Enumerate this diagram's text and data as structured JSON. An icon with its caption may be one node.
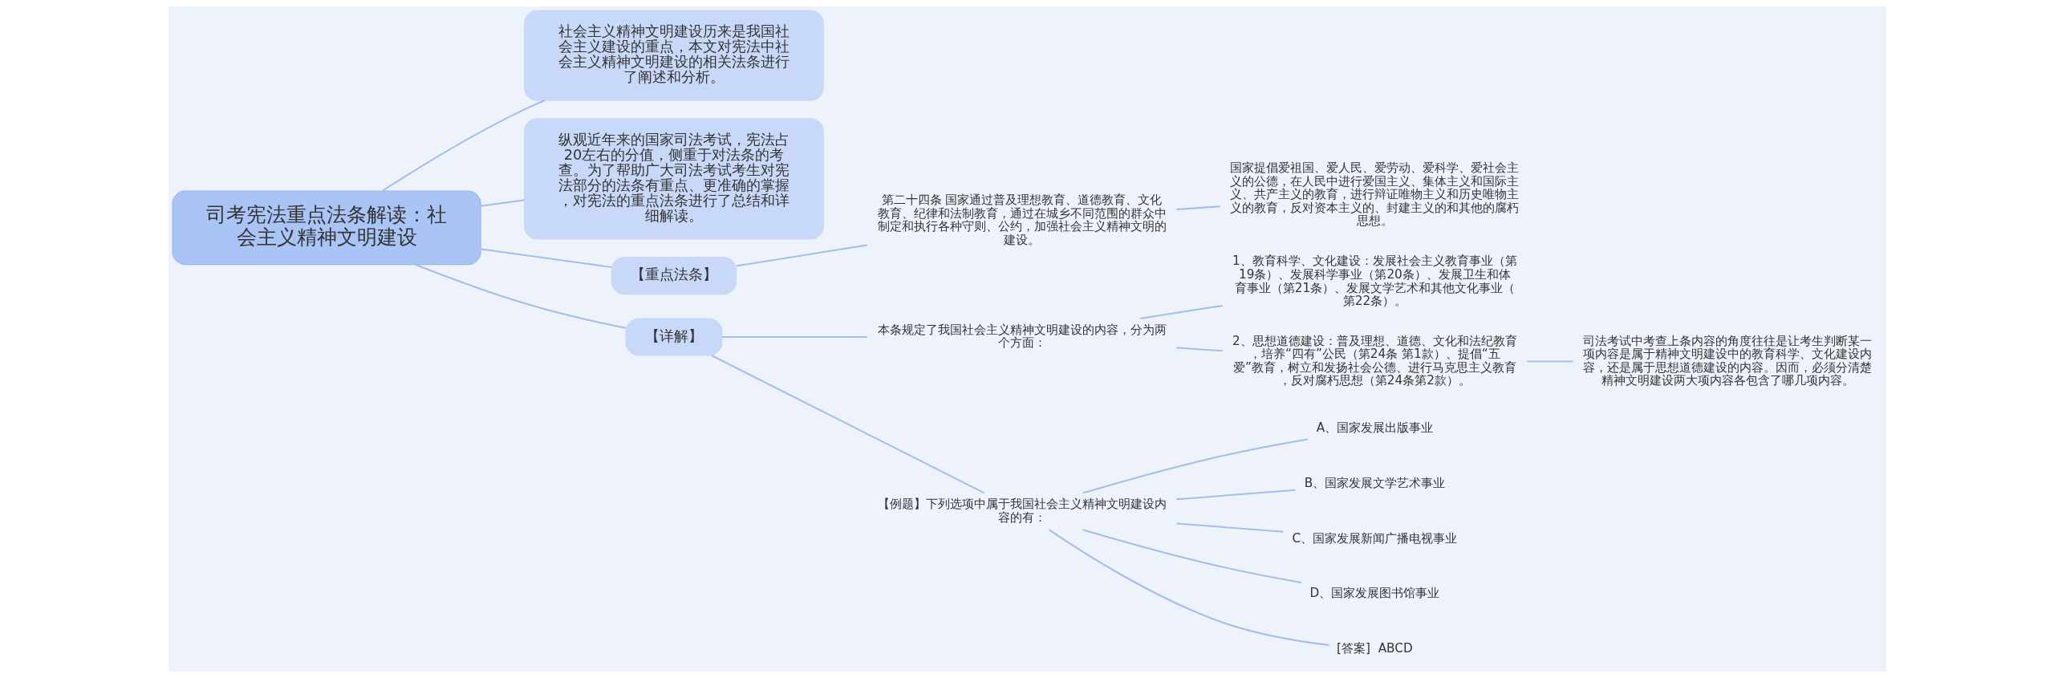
{
  "diagram": {
    "nodes": [
      {
        "text": [
          "司考宪法重点法条解读：社会主义精神文明建设"
        ]
      },
      {
        "text": [
          "社会主义精神文明建设历来是我国社会主义建设的重点，本文对宪法中社会主义精神文明建设的相关法条进行了阐述和分析。"
        ]
      },
      {
        "text": [
          "纵观近年来的国家司法考试，宪法占20左右的分值，侧重于对法条的考查。为了帮助广大司法考试考生对宪法部分的法条有重点、更准确的掌握，对宪法的重点法条进行了总结和详细解读。"
        ]
      },
      {
        "text": [
          "【重点法条】"
        ]
      },
      {
        "text": [
          "第二十四条 国家通过普及理想教育、道德教育、文化教育、纪律和法制教育，通过在城乡不同范围的群众中制定和执行各种守则、公约，加强社会主义精神文明的建设。"
        ]
      },
      {
        "text": [
          "国家提倡爱祖国、爱人民、爱劳动、爱科学、爱社会主义的公德，在人民中进行爱国主义、集体主义和国际主义、共产主义的教育，进行辩证唯物主义和历史唯物主义的教育，反对资本主义的、封建主义的和其他的腐朽思想。"
        ]
      },
      {
        "text": [
          "【详解】"
        ]
      },
      {
        "text": [
          "本条规定了我国社会主义精神文明建设的内容，分为两个方面："
        ]
      },
      {
        "text": [
          "1、教育科学、文化建设：发展社会主义教育事业（第19条）、发展科学事业（第20条）、发展卫生和体育事业（第21条）、发展文学艺术和其他文化事业（第22条）。"
        ]
      },
      {
        "text": [
          "2、思想道德建设：普及理想、道德、文化和法纪教育，培养“四有”公民（第24条 第1款）、提倡“五爱”教育，树立和发扬社会公德、进行马克思主义教育，反对腐朽思想（第24条第2款）。"
        ]
      },
      {
        "text": [
          "司法考试中考查上条内容的角度往往是让考生判断某一项内容是属于精神文明建设中的教育科学、文化建设内容，还是属于思想道德建设的内容。因而，必须分清楚精神文明建设两大项内容各包含了哪几项内容。"
        ]
      },
      {
        "text": [
          "【例题】下列选项中属于我国社会主义精神文明建设内容的有："
        ]
      },
      {
        "text": [
          "A、国家发展出版事业"
        ]
      },
      {
        "text": [
          "B、国家发展文学艺术事业"
        ]
      },
      {
        "text": [
          "C、国家发展新闻广播电视事业"
        ]
      },
      {
        "text": [
          "D、国家发展图书馆事业"
        ]
      },
      {
        "text": [
          "[答案]  ABCD"
        ]
      }
    ],
    "edges": [
      {
        "from": 0,
        "to": 1,
        "arrow": "none"
      },
      {
        "from": 0,
        "to": 2,
        "arrow": "none"
      },
      {
        "from": 0,
        "to": 3,
        "arrow": "none"
      },
      {
        "from": 3,
        "to": 4,
        "arrow": "none"
      },
      {
        "from": 4,
        "to": 5,
        "arrow": "none"
      },
      {
        "from": 0,
        "to": 6,
        "arrow": "none"
      },
      {
        "from": 6,
        "to": 7,
        "arrow": "none"
      },
      {
        "from": 7,
        "to": 8,
        "arrow": "none"
      },
      {
        "from": 7,
        "to": 9,
        "arrow": "none"
      },
      {
        "from": 9,
        "to": 10,
        "arrow": "none"
      },
      {
        "from": 6,
        "to": 11,
        "arrow": "none"
      },
      {
        "from": 11,
        "to": 12,
        "arrow": "none"
      },
      {
        "from": 11,
        "to": 13,
        "arrow": "none"
      },
      {
        "from": 11,
        "to": 14,
        "arrow": "none"
      },
      {
        "from": 11,
        "to": 15,
        "arrow": "none"
      },
      {
        "from": 11,
        "to": 16,
        "arrow": "none"
      }
    ]
  }
}
